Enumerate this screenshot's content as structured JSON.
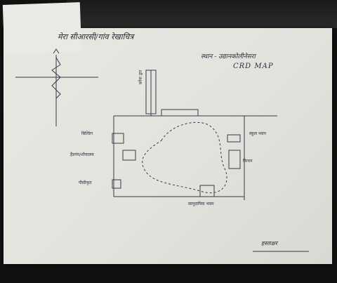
{
  "title": "मेरा सीआरसी/गांव रेखाचित्र",
  "subtitle": "स्थान - उद्यानकोलीनेसरा",
  "map_label": "CRD MAP",
  "labels": {
    "left_top": "बिल्डिंग",
    "left_mid": "हैंडपंप/शौचालय",
    "left_bottom": "पीसीकृत",
    "top_mid": "प्रवेश द्वार",
    "right_top": "स्कूल भवन",
    "right_mid": "किचन",
    "bottom": "सामुदायिक भवन"
  },
  "signature": "हस्ताक्षर",
  "colors": {
    "ink": "#2d2b3a",
    "paper": "#e4e3de",
    "background": "#111111"
  }
}
